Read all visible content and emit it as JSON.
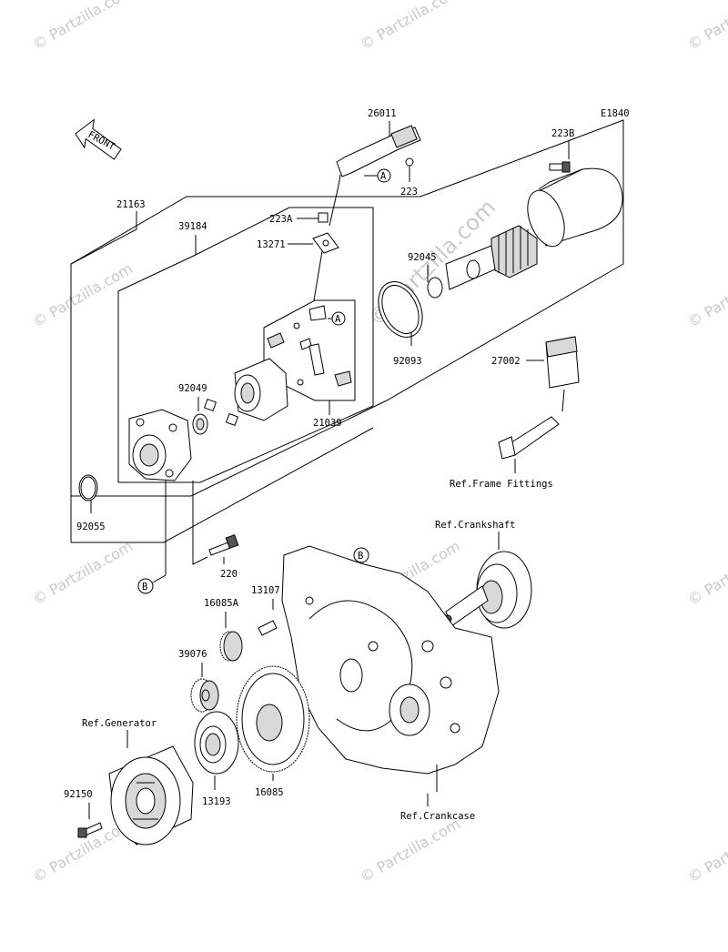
{
  "diagram_id": "E1840",
  "front_label": "FRONT",
  "watermark": "© Partzilla.com",
  "callouts": {
    "a": "A",
    "b": "B"
  },
  "parts": {
    "p26011": "26011",
    "p223b": "223B",
    "p223": "223",
    "p21163": "21163",
    "p39184": "39184",
    "p223a": "223A",
    "p13271": "13271",
    "p92045": "92045",
    "p92093": "92093",
    "p27002": "27002",
    "p92049": "92049",
    "p21039": "21039",
    "p92055": "92055",
    "p220": "220",
    "p13107": "13107",
    "p16085a": "16085A",
    "p39076": "39076",
    "p16085": "16085",
    "p13193": "13193",
    "p92150": "92150"
  },
  "references": {
    "frame_fittings": "Ref.Frame Fittings",
    "crankshaft": "Ref.Crankshaft",
    "generator": "Ref.Generator",
    "crankcase": "Ref.Crankcase"
  }
}
